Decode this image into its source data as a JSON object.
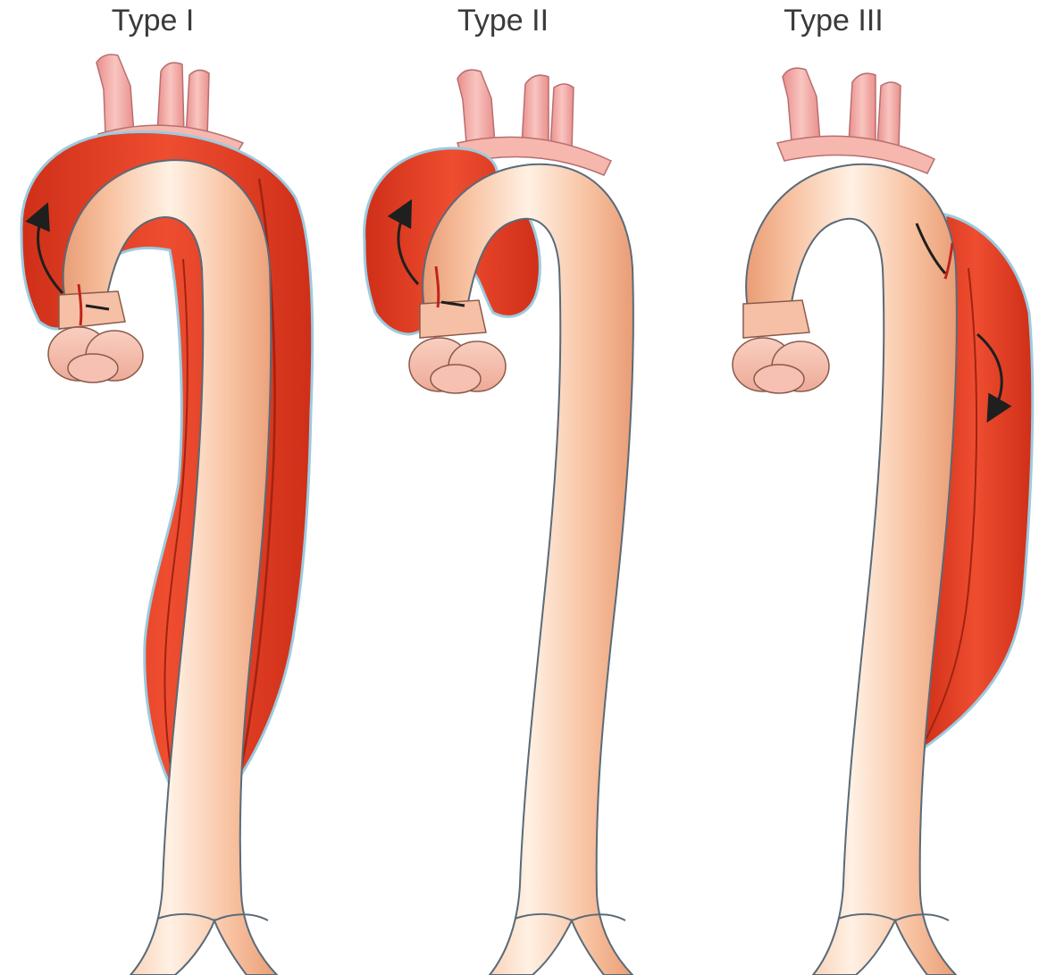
{
  "figure": {
    "panels": [
      {
        "label": "Type I",
        "dissection_extent": "ascending aorta, arch and descending aorta"
      },
      {
        "label": "Type II",
        "dissection_extent": "ascending aorta only"
      },
      {
        "label": "Type III",
        "dissection_extent": "descending aorta only"
      }
    ],
    "colors": {
      "aorta_light": "#fde3cf",
      "aorta_mid": "#f6b690",
      "aorta_edge": "#e2906b",
      "outline_blue": "#9ecde3",
      "false_lumen": "#e8462c",
      "false_lumen_dark": "#c8301c",
      "branch_vessels": "#f0a7a2",
      "arrow": "#1f1f1f",
      "tear": "#c0241a"
    }
  }
}
